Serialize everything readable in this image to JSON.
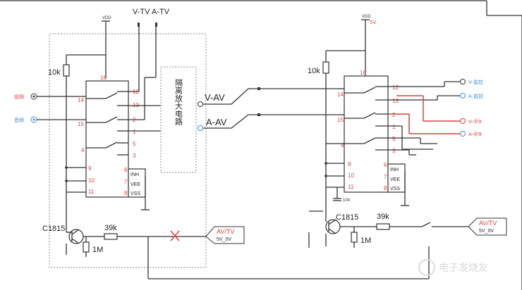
{
  "labels": {
    "vdd_left": "VDD",
    "vdd_right": "VDD",
    "v5_right": "5V",
    "v_tv": "V-TV",
    "a_tv": "A-TV",
    "r10k_left": "10k",
    "r10k_right": "10k",
    "video_in": "视频",
    "audio_in": "音频",
    "isolation_amp": "隔离放大电路",
    "v_av": "V-AV",
    "a_av": "A-AV",
    "v_monitor": "V-监控",
    "a_monitor": "A-监控",
    "v_out_9": "V-中9",
    "a_out_9": "A-中9",
    "c1815_left": "C1815",
    "c1815_right": "C1815",
    "r39k_left": "39k",
    "r39k_right": "39k",
    "r1m_left": "1M",
    "r1m_right": "1M",
    "avtv_left_line1": "AV/TV",
    "avtv_left_line2": "5V_0V",
    "avtv_right_line1": "AV/TV",
    "avtv_right_line2": "5V_0V",
    "cap_value": "104",
    "watermark": "电子发烧友"
  },
  "left_ic_pins": [
    "16",
    "14",
    "15",
    "4",
    "9",
    "10",
    "11",
    "12",
    "13",
    "2",
    "1",
    "5",
    "3",
    "6",
    "7",
    "8"
  ],
  "left_ic_pin_names": [
    "INH",
    "VEE",
    "VSS"
  ],
  "right_ic_pins": [
    "16",
    "14",
    "15",
    "4",
    "9",
    "10",
    "11",
    "12",
    "13",
    "2",
    "1",
    "5",
    "3",
    "6",
    "7",
    "8"
  ],
  "right_ic_pin_names": [
    "INH",
    "VEE",
    "VSS"
  ],
  "colors": {
    "red": "#e23b3b",
    "blue": "#3a8fd6",
    "wire": "#333333"
  }
}
